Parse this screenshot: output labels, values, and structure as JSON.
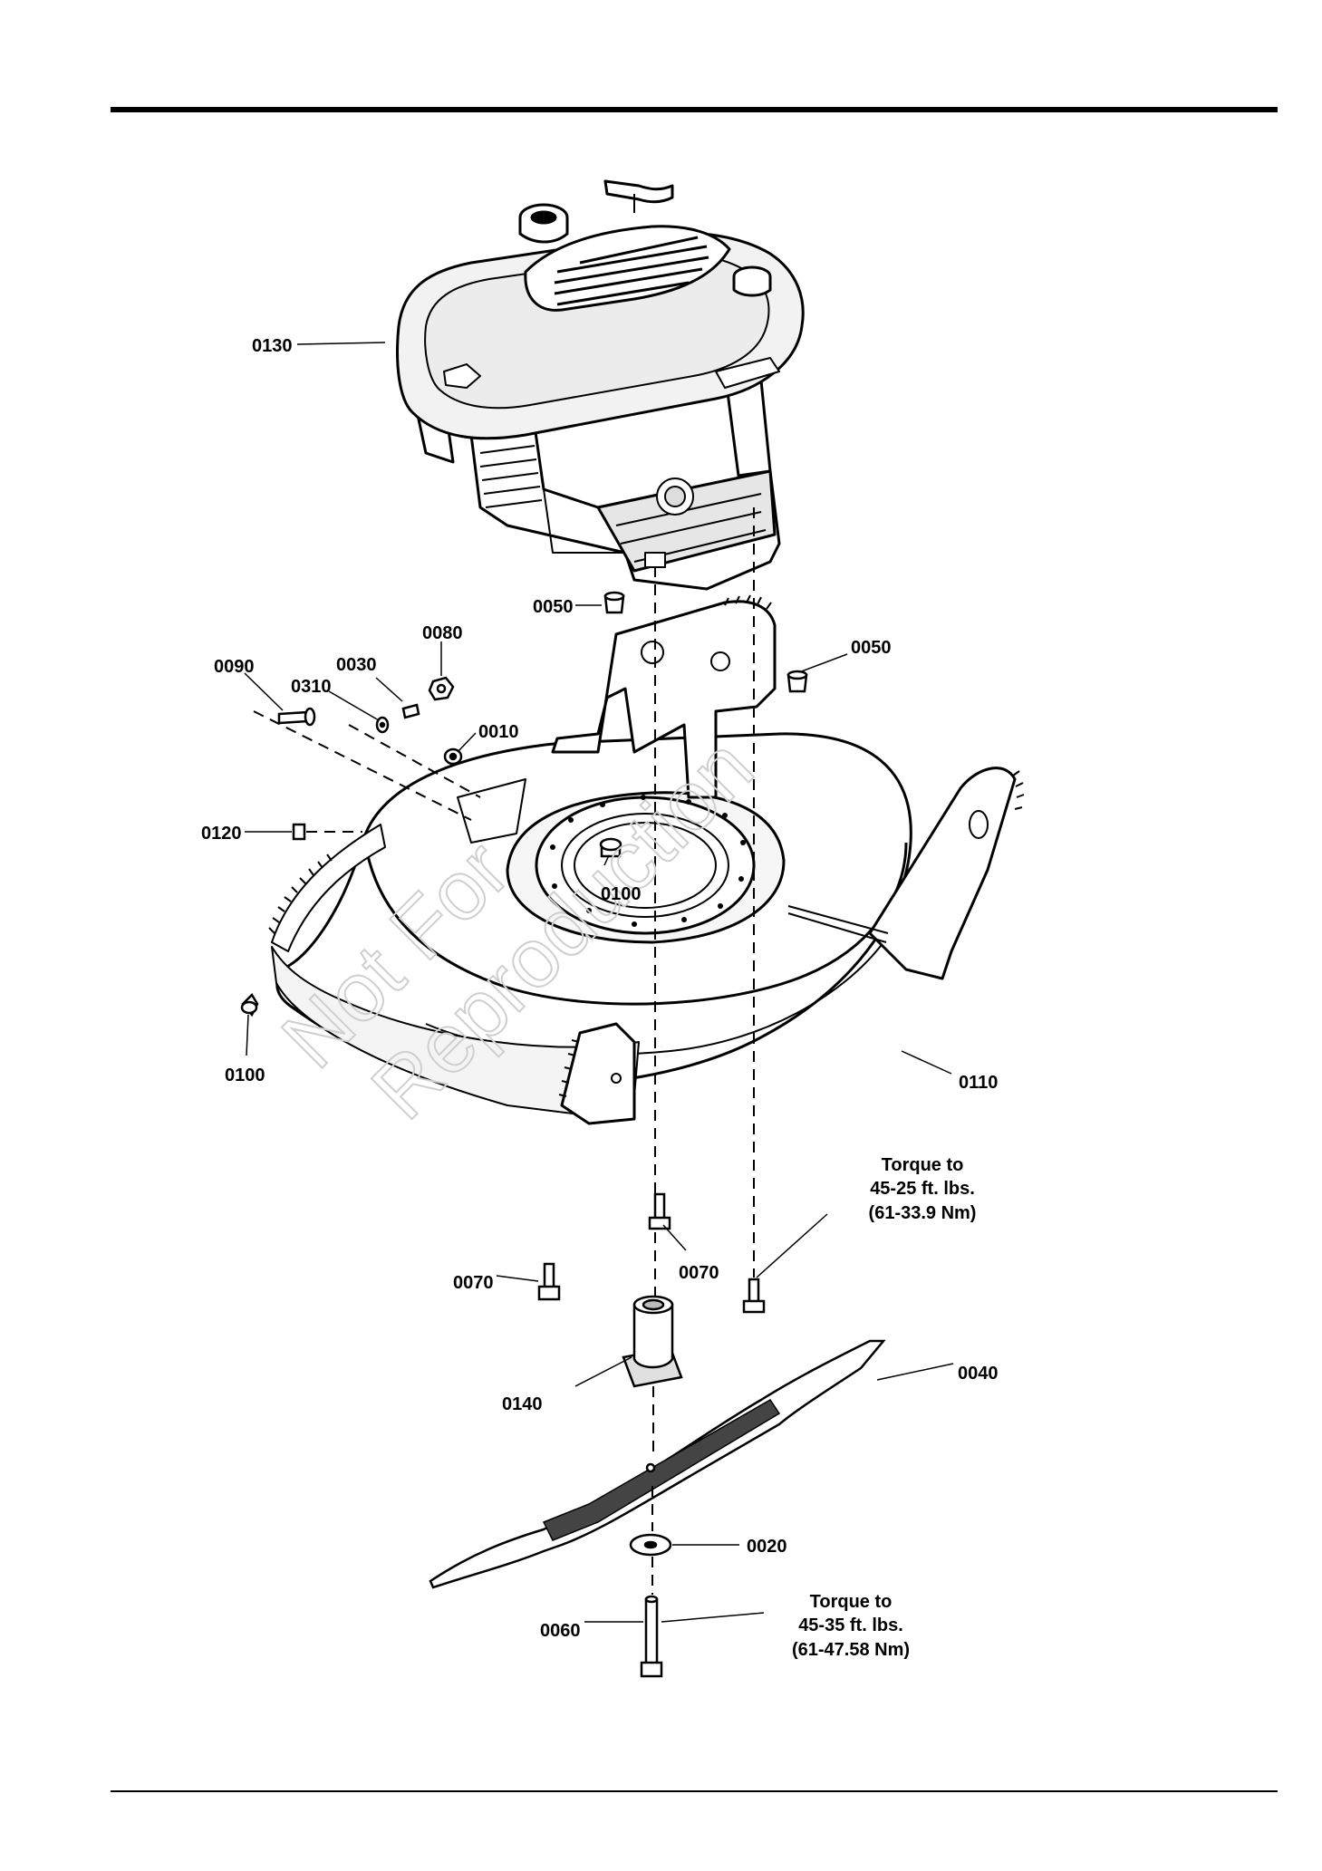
{
  "parts": [
    {
      "id": "p0130",
      "label": "0130"
    },
    {
      "id": "p0050a",
      "label": "0050"
    },
    {
      "id": "p0050b",
      "label": "0050"
    },
    {
      "id": "p0080",
      "label": "0080"
    },
    {
      "id": "p0090",
      "label": "0090"
    },
    {
      "id": "p0030",
      "label": "0030"
    },
    {
      "id": "p0310",
      "label": "0310"
    },
    {
      "id": "p0010",
      "label": "0010"
    },
    {
      "id": "p0120",
      "label": "0120"
    },
    {
      "id": "p0100a",
      "label": "0100"
    },
    {
      "id": "p0100b",
      "label": "0100"
    },
    {
      "id": "p0110",
      "label": "0110"
    },
    {
      "id": "p0070a",
      "label": "0070"
    },
    {
      "id": "p0070b",
      "label": "0070"
    },
    {
      "id": "p0140",
      "label": "0140"
    },
    {
      "id": "p0040",
      "label": "0040"
    },
    {
      "id": "p0020",
      "label": "0020"
    },
    {
      "id": "p0060",
      "label": "0060"
    }
  ],
  "notes": {
    "torque_1": [
      "Torque to",
      "45-25 ft. lbs.",
      "(61-33.9 Nm)"
    ],
    "torque_2": [
      "Torque to",
      "45-35 ft. lbs.",
      "(61-47.58 Nm)"
    ]
  },
  "watermark": [
    "Not For",
    "Reproduction"
  ]
}
